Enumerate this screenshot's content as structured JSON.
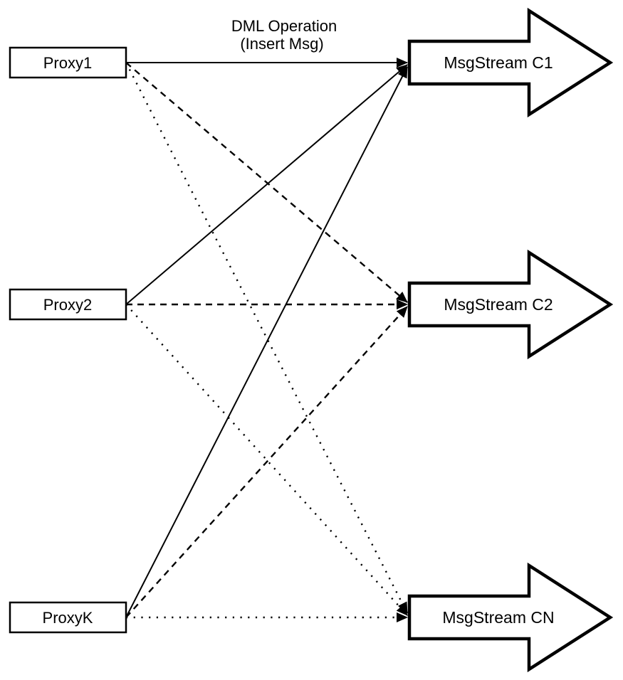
{
  "diagram": {
    "annotation": {
      "line1": "DML Operation",
      "line2": "(Insert Msg)"
    },
    "proxies": [
      {
        "label": "Proxy1"
      },
      {
        "label": "Proxy2"
      },
      {
        "label": "ProxyK"
      }
    ],
    "streams": [
      {
        "label": "MsgStream C1",
        "incoming_line_style": "solid"
      },
      {
        "label": "MsgStream C2",
        "incoming_line_style": "dashed"
      },
      {
        "label": "MsgStream CN",
        "incoming_line_style": "dotted"
      }
    ],
    "edges": [
      {
        "from": "Proxy1",
        "to": "MsgStream C1",
        "style": "solid"
      },
      {
        "from": "Proxy2",
        "to": "MsgStream C1",
        "style": "solid"
      },
      {
        "from": "ProxyK",
        "to": "MsgStream C1",
        "style": "solid"
      },
      {
        "from": "Proxy1",
        "to": "MsgStream C2",
        "style": "dashed"
      },
      {
        "from": "Proxy2",
        "to": "MsgStream C2",
        "style": "dashed"
      },
      {
        "from": "ProxyK",
        "to": "MsgStream C2",
        "style": "dashed"
      },
      {
        "from": "Proxy1",
        "to": "MsgStream CN",
        "style": "dotted"
      },
      {
        "from": "Proxy2",
        "to": "MsgStream CN",
        "style": "dotted"
      },
      {
        "from": "ProxyK",
        "to": "MsgStream CN",
        "style": "dotted"
      }
    ],
    "colors": {
      "stroke": "#000000",
      "fill": "#ffffff"
    }
  }
}
